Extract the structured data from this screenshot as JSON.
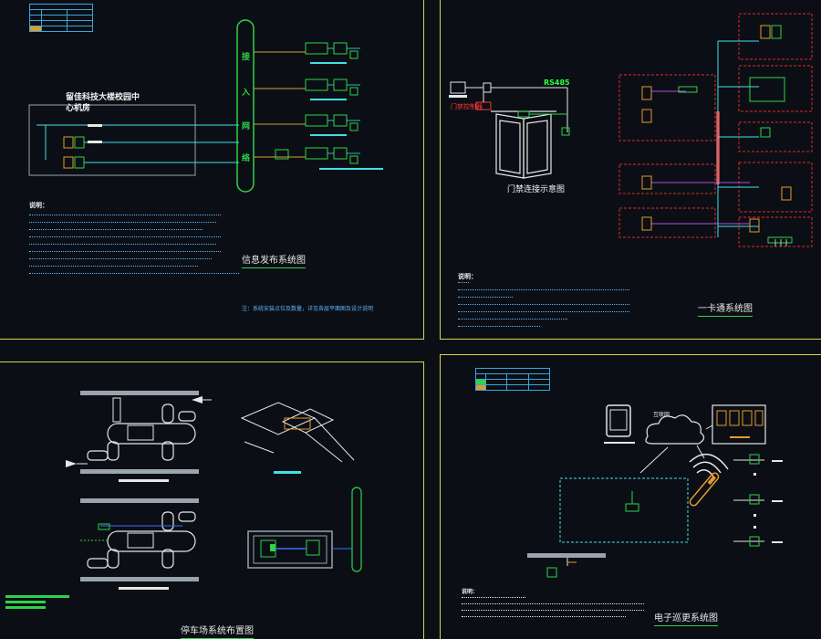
{
  "sheets": {
    "info": {
      "title": "信息发布系统图",
      "center_label_line1": "留佳科技大楼校园中",
      "center_label_line2": "心机房",
      "bus_labels": [
        "接",
        "入",
        "网",
        "络"
      ],
      "notes_head": "说明：",
      "footnote": "注：系统安装点位及数量，详见各层平面图及设计说明"
    },
    "card": {
      "title": "一卡通系统图",
      "door_caption": "门禁连接示意图",
      "red_label": "门禁控制器",
      "green_label": "RS485",
      "notes_head": "说明："
    },
    "parking": {
      "title": "停车场系统布置图"
    },
    "patrol": {
      "title": "电子巡更系统图",
      "cloud_label": "互联网",
      "notes_head": "说明："
    }
  },
  "colors": {
    "frame": "#d8d252",
    "cyan": "#3fe0e6",
    "green": "#2fd24a",
    "red": "#e02a2a",
    "orange": "#e39a2c",
    "purple": "#b04be0",
    "blue": "#3b6fff"
  }
}
